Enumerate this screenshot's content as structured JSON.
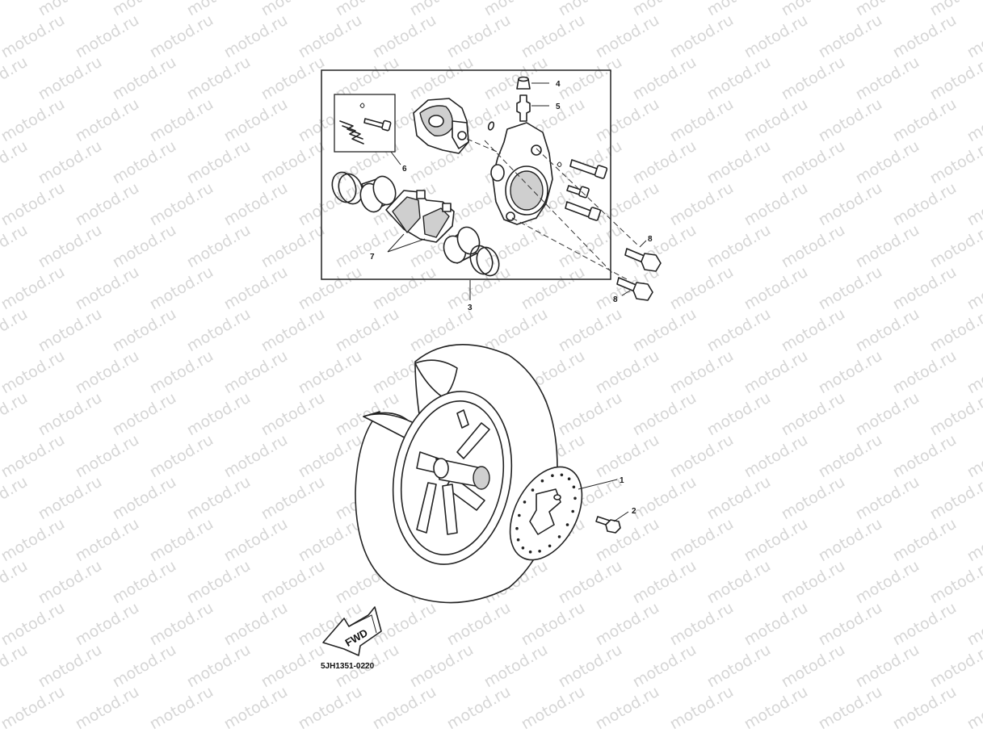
{
  "watermark": {
    "text": "motod.ru",
    "color": "#d6d6d6"
  },
  "callouts": {
    "disc": "1",
    "disc_bolt": "2",
    "caliper_assembly": "3",
    "bleed_screw_cap": "4",
    "bleed_screw": "5",
    "pin_kit": "6",
    "pad_kit": "7",
    "caliper_bolt_upper": "8",
    "caliper_bolt_lower": "8"
  },
  "direction_arrow": {
    "label": "FWD"
  },
  "diagram_code": "5JH1351-0220"
}
